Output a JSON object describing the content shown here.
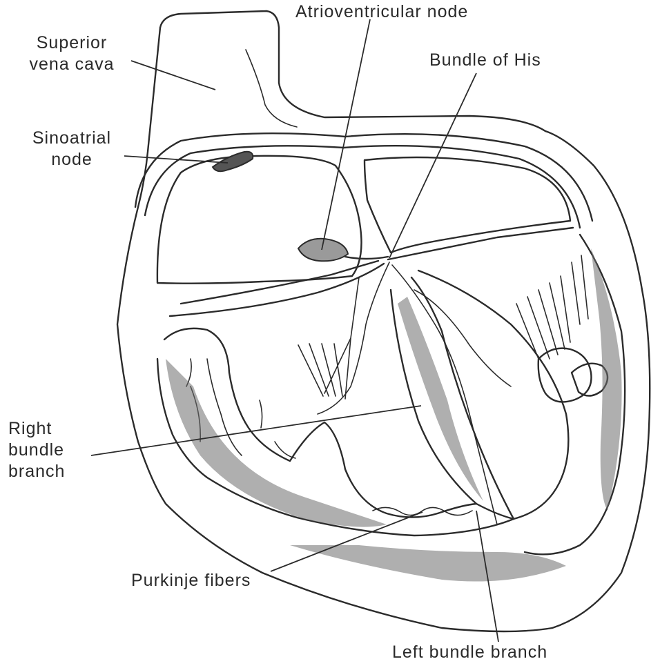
{
  "labels": {
    "superior_vena_cava": [
      "Superior",
      "vena cava"
    ],
    "sinoatrial_node": [
      "Sinoatrial",
      "node"
    ],
    "atrioventricular_node": "Atrioventricular node",
    "bundle_of_his": "Bundle of His",
    "right_bundle_branch": [
      "Right",
      "bundle",
      "branch"
    ],
    "purkinje_fibers": "Purkinje fibers",
    "left_bundle_branch": "Left bundle branch"
  }
}
